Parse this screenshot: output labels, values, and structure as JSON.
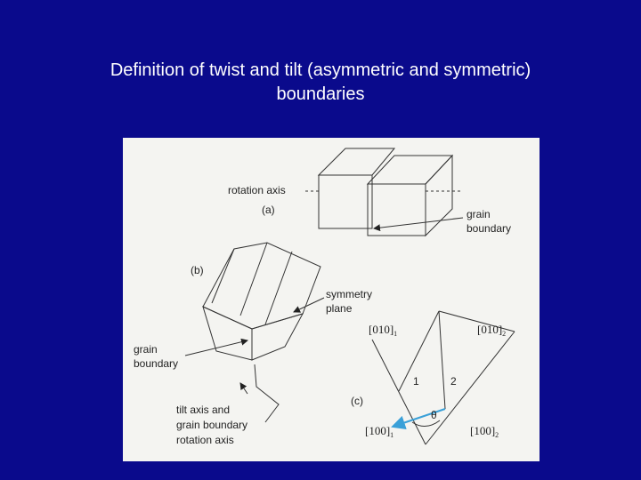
{
  "slide": {
    "title_line1": "Definition of twist and tilt (asymmetric and symmetric)",
    "title_line2": "boundaries"
  },
  "figure": {
    "panel_a": {
      "label": "(a)",
      "rotation_axis": "rotation axis",
      "grain_boundary_line1": "grain",
      "grain_boundary_line2": "boundary"
    },
    "panel_b": {
      "label": "(b)",
      "symmetry_plane_line1": "symmetry",
      "symmetry_plane_line2": "plane",
      "grain_boundary_line1": "grain",
      "grain_boundary_line2": "boundary",
      "tilt_axis_line1": "tilt axis and",
      "tilt_axis_line2": "grain boundary",
      "tilt_axis_line3": "rotation axis"
    },
    "panel_c": {
      "label": "(c)",
      "dir_010_1": "[010]",
      "dir_010_1_sub": "1",
      "dir_010_2": "[010]",
      "dir_010_2_sub": "2",
      "dir_100_1": "[100]",
      "dir_100_1_sub": "1",
      "dir_100_2": "[100]",
      "dir_100_2_sub": "2",
      "grain_1": "1",
      "grain_2": "2",
      "angle": "θ"
    },
    "accent_color": "#3aa0d8"
  }
}
